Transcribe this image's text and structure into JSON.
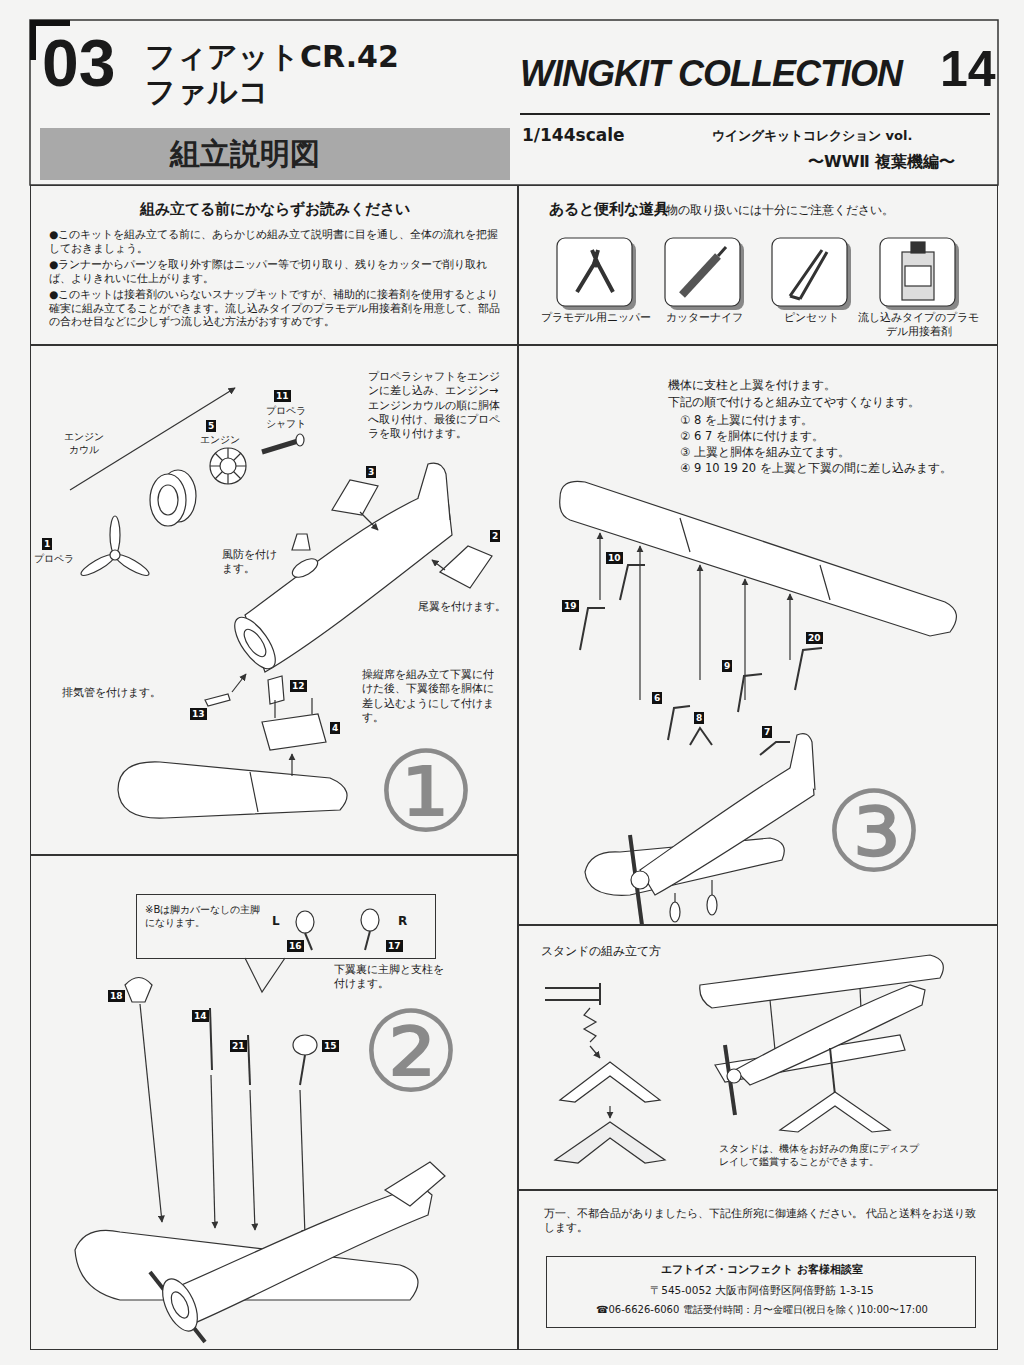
{
  "diagram": {
    "title": "フィアットCR.42 ファルコ",
    "nodes": [
      {
        "text": [
          "組み立てる前にかならずお読みください",
          "●このキットを組み立てる前に、あらかじめ組み立て説明書に目を通し、全体の流れを把握しておきましょう。",
          "●ランナーからパーツを取り外す際はニッパー等で切り取り、残りをカッターで削り取れば、よりきれいに仕上がります。",
          "●このキットは接着剤のいらないスナップキットですが、補助的に接着剤を使用するとより確実に組み立てることができます。流し込みタイプのプラモデル用接着剤を用意して、部品の合わせ目などに少しずつ流し込む方法がおすすめです。"
        ]
      },
      {
        "text": [
          "あると便利な道具",
          "※刃物の取り扱いには十分にご注意ください。"
        ]
      },
      {
        "text": [
          "プラモデル用ニッパー"
        ],
        "in": 1
      },
      {
        "text": [
          "カッターナイフ"
        ],
        "in": 1
      },
      {
        "text": [
          "ピンセット"
        ],
        "in": 1
      },
      {
        "text": [
          "流し込みタイプのプラモデル用接着剤"
        ],
        "in": 1
      },
      {
        "text": [
          "①"
        ]
      },
      {
        "text": [
          "③"
        ]
      },
      {
        "text": [
          "②"
        ]
      },
      {
        "text": [
          "※Bは脚カバーなしの主脚になります。"
        ],
        "in": 8
      },
      {
        "text": [
          "スタンドの組み立て方",
          "スタンドは、機体をお好みの角度にディスプレイして鑑賞することができます。"
        ]
      },
      {
        "text": [
          "万一、不都合品がありましたら、下記住所宛に御連絡ください。 代品と送料をお送り致します。"
        ]
      },
      {
        "text": [
          "エフトイズ・コンフェクト お客様相談室",
          "〒545-0052 大阪市阿倍野区阿倍野筋 1-3-15",
          "☎06-6626-6060 電話受付時間：月〜金曜日(祝日を除く)10:00〜17:00"
        ],
        "in": 11
      }
    ],
    "labels": [
      "03",
      "組立説明図",
      "WINGKIT COLLECTION",
      "14",
      "1/144scale",
      "ウイングキットコレクション vol.",
      "〜WWⅡ 複葉機編〜",
      "プロペラシャフトをエンジンに差し込み、エンジン→エンジンカウルの順に胴体へ取り付け、最後にプロペラを取り付けます。",
      "11",
      "プロペラシャフト",
      "5",
      "エンジン",
      "エンジンカウル",
      "1",
      "プロペラ",
      "3",
      "2",
      "風防を付けます。",
      "尾翼を付けます。",
      "12",
      "13",
      "4",
      "操縦席を組み立て下翼に付けた後、下翼後部を胴体に差し込むようにして付けます。",
      "排気管を付けます。",
      "機体に支柱と上翼を付けます。",
      "下記の順で付けると組み立てやすくなります。",
      "① 8 を上翼に付けます。",
      "② 6 7 を胴体に付けます。",
      "③ 上翼と胴体を組み立てます。",
      "④ 9 10 19 20 を上翼と下翼の間に差し込みます。",
      "10",
      "19",
      "20",
      "9",
      "6",
      "8",
      "7",
      "L",
      "R",
      "16",
      "17",
      "18",
      "14",
      "21",
      "15",
      "下翼裏に主脚と支柱を付けます。"
    ]
  }
}
